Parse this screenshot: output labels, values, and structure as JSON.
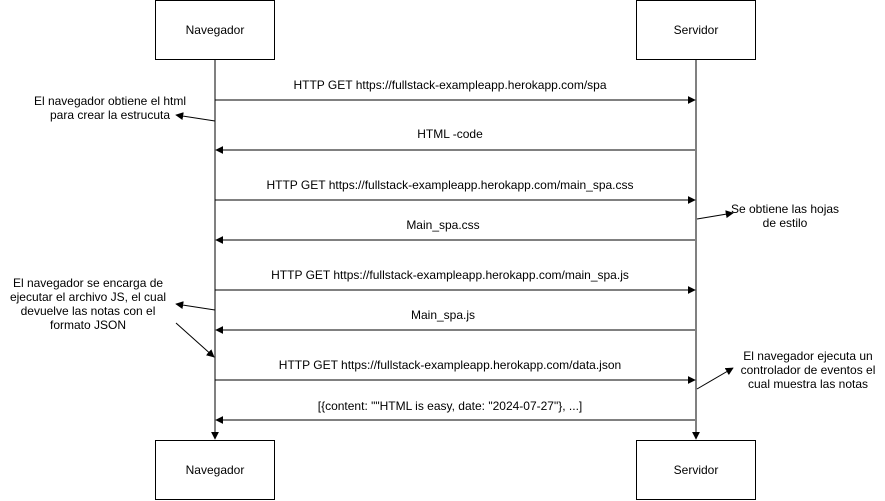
{
  "participants": {
    "left_top": "Navegador",
    "right_top": "Servidor",
    "left_bottom": "Navegador",
    "right_bottom": "Servidor"
  },
  "messages": [
    "HTTP GET https://fullstack-exampleapp.herokapp.com/spa",
    "HTML -code",
    "HTTP GET https://fullstack-exampleapp.herokapp.com/main_spa.css",
    "Main_spa.css",
    "HTTP GET https://fullstack-exampleapp.herokapp.com/main_spa.js",
    "Main_spa.js",
    "HTTP GET https://fullstack-exampleapp.herokapp.com/data.json",
    "[{content: \"\"HTML is easy, date: \"2024-07-27\"}, ...]"
  ],
  "notes": {
    "html": "El navegador obtiene el html para crear la estrucuta",
    "css": "Se obtiene las hojas de estilo",
    "js": "El navegador se encarga de ejecutar el archivo JS, el cual devuelve las notas con el formato JSON",
    "events": "El navegador ejecuta un controlador de eventos el cual muestra las notas"
  }
}
